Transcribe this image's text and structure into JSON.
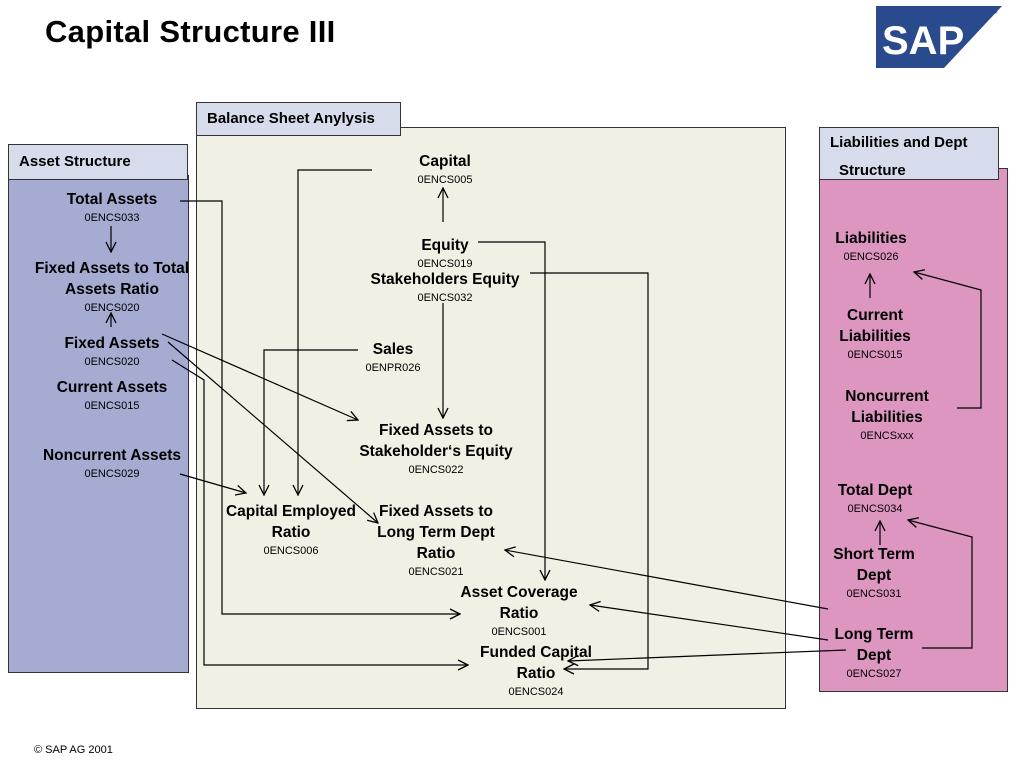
{
  "title": "Capital Structure III",
  "logo": {
    "text": "SAP",
    "tm": "™"
  },
  "footer": "©  SAP AG 2001",
  "panels": {
    "asset_header": "Asset  Structure",
    "balance_header": "Balance Sheet Anylysis",
    "liabilities_header_line1": "Liabilities and Dept",
    "liabilities_header_line2": "Structure"
  },
  "colors": {
    "asset_panel": "#a5abd1",
    "balance_panel": "#f0f0e4",
    "liabilities_panel": "#dd96c0",
    "header_tab": "#d7dcec",
    "logo_blue": "#2a4a8e"
  },
  "asset": [
    {
      "name": "Total Assets",
      "code": "0ENCS033"
    },
    {
      "name": "Fixed Assets to Total Assets Ratio",
      "code": "0ENCS020"
    },
    {
      "name": "Fixed Assets",
      "code": "0ENCS020"
    },
    {
      "name": "Current Assets",
      "code": "0ENCS015"
    },
    {
      "name": "Noncurrent Assets",
      "code": "0ENCS029"
    }
  ],
  "balance": {
    "capital": {
      "name": "Capital",
      "code": "0ENCS005"
    },
    "equity": {
      "name": "Equity",
      "code": "0ENCS019"
    },
    "stakeholders_equity": {
      "name": "Stakeholders Equity",
      "code": "0ENCS032"
    },
    "sales": {
      "name": "Sales",
      "code": "0ENPR026"
    },
    "fa_to_se": {
      "name": "Fixed Assets to Stakeholder‘s Equity",
      "code": "0ENCS022"
    },
    "cap_employed": {
      "name": "Capital Employed Ratio",
      "code": "0ENCS006"
    },
    "fa_to_ltd": {
      "name": "Fixed Assets to Long Term Dept Ratio",
      "code": "0ENCS021"
    },
    "asset_coverage": {
      "name": "Asset Coverage Ratio",
      "code": "0ENCS001"
    },
    "funded_capital": {
      "name": "Funded Capital Ratio",
      "code": "0ENCS024"
    }
  },
  "liabilities": [
    {
      "name": "Liabilities",
      "code": "0ENCS026"
    },
    {
      "name": "Current Liabilities",
      "code": "0ENCS015"
    },
    {
      "name": "Noncurrent Liabilities",
      "code": "0ENCSxxx"
    },
    {
      "name": "Total Dept",
      "code": "0ENCS034"
    },
    {
      "name": "Short Term Dept",
      "code": "0ENCS031"
    },
    {
      "name": "Long Term Dept",
      "code": "0ENCS027"
    }
  ]
}
